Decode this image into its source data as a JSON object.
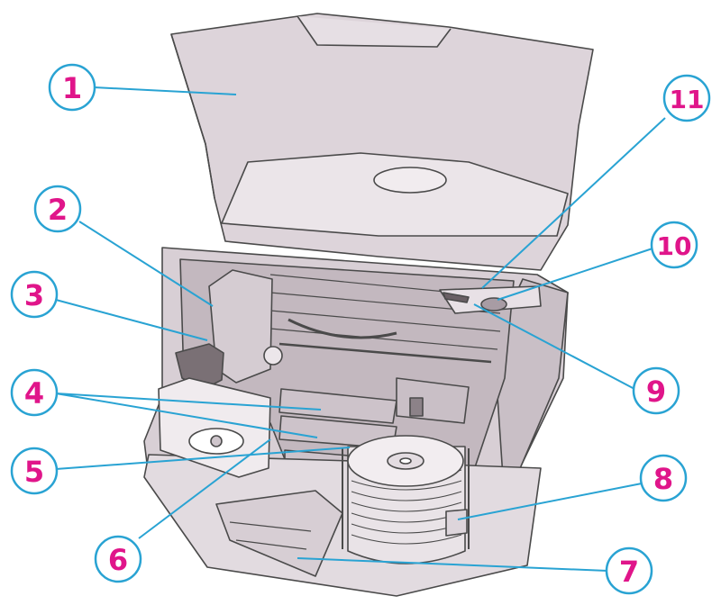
{
  "diagram": {
    "colors": {
      "callout_ring": "#29a3d3",
      "callout_fill": "#ffffff",
      "callout_text": "#e0158a",
      "leader_line": "#29a3d3",
      "body_fill": "#dcd3d9",
      "body_light": "#ece6ea",
      "body_dark": "#b7adb4",
      "outline": "#4a4a4a"
    },
    "callouts": [
      {
        "id": "1",
        "label": "1"
      },
      {
        "id": "2",
        "label": "2"
      },
      {
        "id": "3",
        "label": "3"
      },
      {
        "id": "4",
        "label": "4"
      },
      {
        "id": "5",
        "label": "5"
      },
      {
        "id": "6",
        "label": "6"
      },
      {
        "id": "7",
        "label": "7"
      },
      {
        "id": "8",
        "label": "8"
      },
      {
        "id": "9",
        "label": "9"
      },
      {
        "id": "10",
        "label": "10"
      },
      {
        "id": "11",
        "label": "11"
      }
    ]
  }
}
